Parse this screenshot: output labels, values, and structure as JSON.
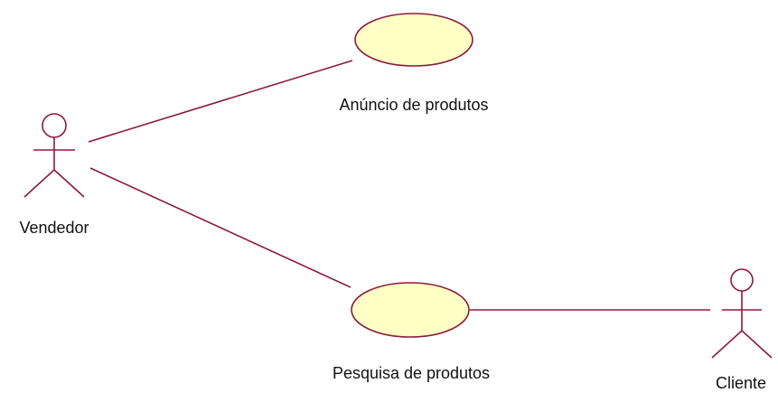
{
  "actors": [
    {
      "id": "vendedor",
      "name": "Vendedor"
    },
    {
      "id": "cliente",
      "name": "Cliente"
    }
  ],
  "use_cases": [
    {
      "id": "anuncio",
      "name": "Anúncio de produtos"
    },
    {
      "id": "pesquisa",
      "name": "Pesquisa de produtos"
    }
  ],
  "associations": [
    {
      "from": "vendedor",
      "to": "anuncio"
    },
    {
      "from": "vendedor",
      "to": "pesquisa"
    },
    {
      "from": "pesquisa",
      "to": "cliente"
    }
  ],
  "colors": {
    "line": "#8b1a3a",
    "ellipse_fill": "#ffffc6",
    "ellipse_stroke": "#8b1a3a",
    "text": "#111111"
  }
}
